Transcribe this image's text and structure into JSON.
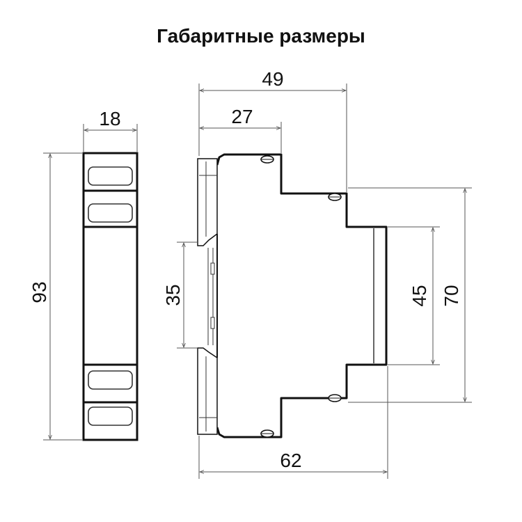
{
  "title": "Габаритные размеры",
  "dimensions": {
    "width_front": "18",
    "height_front": "93",
    "depth_total": "49",
    "depth_partial": "27",
    "rail_height": "35",
    "step_height_inner": "45",
    "step_height_outer": "70",
    "side_height": "62"
  },
  "colors": {
    "outline": "#111111",
    "dim_line": "#555555",
    "window_stroke": "#333333",
    "background": "#ffffff"
  }
}
